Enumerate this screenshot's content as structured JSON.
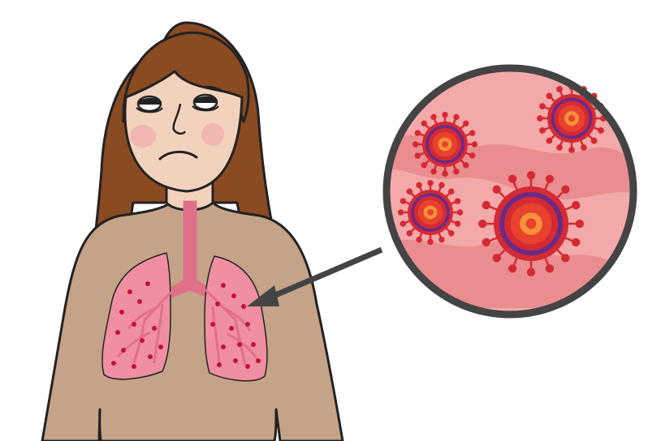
{
  "illustration": {
    "figure": "woman-with-lung-infection",
    "expression": "unwell",
    "magnified_view": "virus-particles",
    "pointer": "arrow-to-lungs"
  },
  "colors": {
    "outline": "#222222",
    "skin_torso": "#c5a388",
    "skin_face": "#f3d2bd",
    "cheek": "#f0b7b3",
    "hair": "#8a4a22",
    "hair_shadow": "#6e3716",
    "lung": "#f08fa2",
    "airway": "#e0708a",
    "lung_spot": "#c2123f",
    "magnifier_ring": "#444444",
    "magnifier_fill": "#f3a9a9",
    "magnifier_swirl": "#ea8d90",
    "virus_spike": "#d42a33",
    "virus_ring": "#6c2a86",
    "virus_core": "#e8412e",
    "virus_center": "#f7913a"
  }
}
